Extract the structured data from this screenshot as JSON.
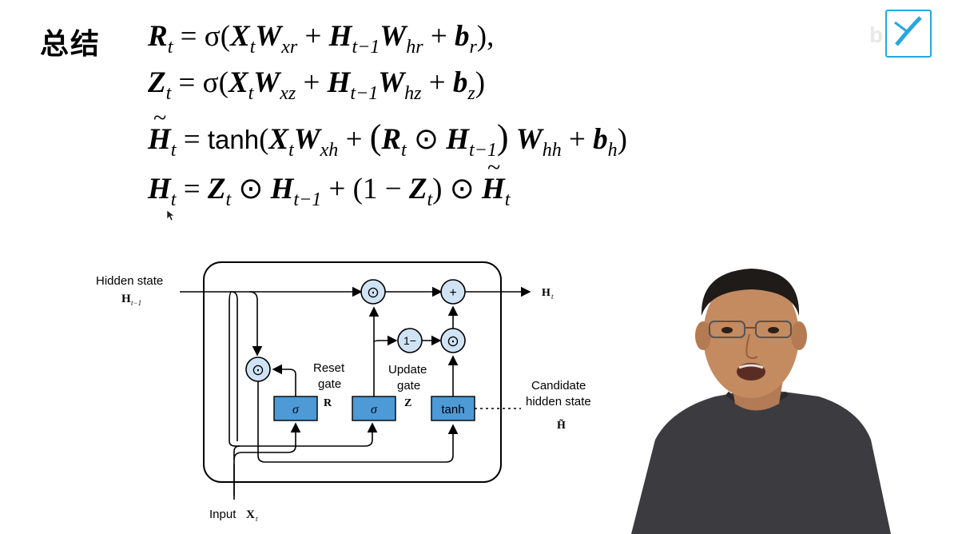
{
  "slide": {
    "title": "总结",
    "equations": {
      "r": {
        "lhs": "R",
        "lhs_sub": "t"
      },
      "z": {
        "lhs": "Z",
        "lhs_sub": "t"
      },
      "hc": {
        "lhs": "H",
        "lhs_sub": "t",
        "fn": "tanh"
      },
      "h": {
        "lhs": "H",
        "lhs_sub": "t"
      }
    }
  },
  "diagram": {
    "hidden_state_label": "Hidden state",
    "h_prev_label": "H",
    "h_prev_sub": "t−1",
    "output_label": "H",
    "output_sub": "t",
    "reset_gate_label_1": "Reset",
    "reset_gate_label_2": "gate",
    "reset_symbol": "R",
    "update_gate_label_1": "Update",
    "update_gate_label_2": "gate",
    "update_symbol": "Z",
    "candidate_label_1": "Candidate",
    "candidate_label_2": "hidden state",
    "candidate_symbol": "H̃",
    "sigma_1": "σ",
    "sigma_2": "σ",
    "tanh": "tanh",
    "one_minus": "1−",
    "plus": "+",
    "hadamard": "⊙",
    "input_label": "Input",
    "input_symbol": "X",
    "input_sub": "t"
  },
  "colors": {
    "gate_fill": "#4d9ad6",
    "node_fill": "#cfe3f5",
    "logo": "#27a7dd"
  },
  "icons": {
    "cursor": "mouse-pointer-icon",
    "logo": "bilibili-logo-icon"
  }
}
